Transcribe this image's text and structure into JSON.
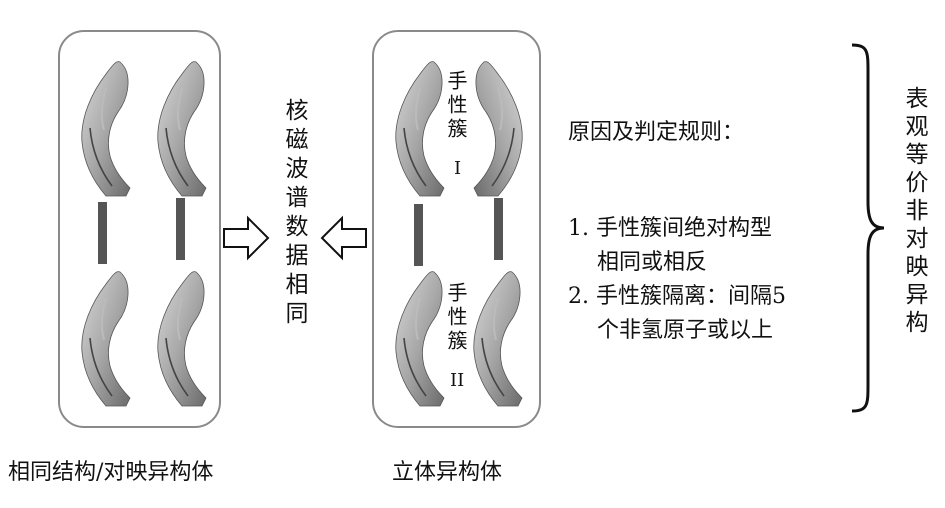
{
  "caption_left": "相同结构/对映异构体",
  "caption_right": "立体异构体",
  "center_vertical": "核磁波谱数据相同",
  "cluster_top": "手性簇",
  "cluster_top_numeral": "I",
  "cluster_bottom": "手性簇",
  "cluster_bottom_numeral": "II",
  "rules_title": "原因及判定规则：",
  "rule1_line1": "1. 手性簇间绝对构型",
  "rule1_line2": "相同或相反",
  "rule2_line1": "2. 手性簇隔离：间隔5",
  "rule2_line2": "个非氢原子或以上",
  "right_vertical": "表观等价非对映异构",
  "icons": [
    "hand-icon",
    "connector-bar",
    "hollow-arrow-left-icon",
    "curly-brace-icon"
  ]
}
